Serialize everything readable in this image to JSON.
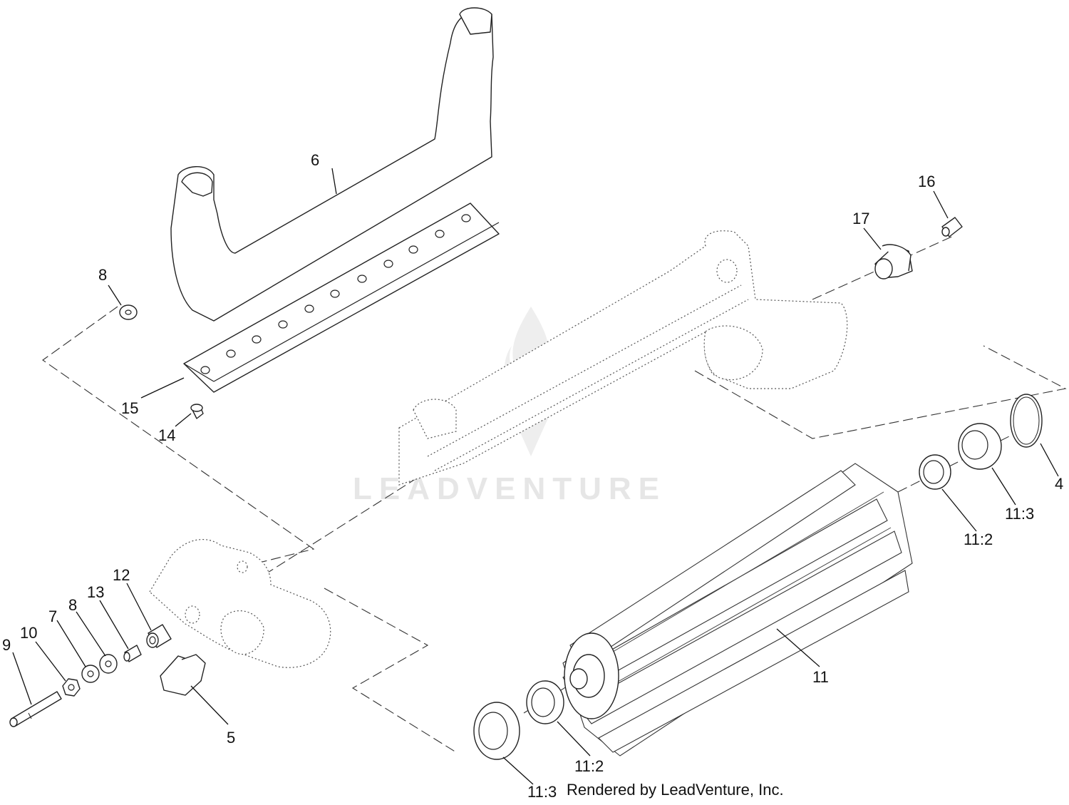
{
  "diagram": {
    "watermark": "LEADVENTURE",
    "credit": "Rendered by LeadVenture, Inc.",
    "callouts": {
      "c6": "6",
      "c8_top": "8",
      "c15": "15",
      "c14": "14",
      "c16": "16",
      "c17": "17",
      "c4": "4",
      "c11_3_right": "11:3",
      "c11_2_right": "11:2",
      "c11": "11",
      "c11_2_bottom": "11:2",
      "c11_3_bottom": "11:3",
      "c12": "12",
      "c13": "13",
      "c8_left": "8",
      "c7": "7",
      "c10": "10",
      "c9": "9",
      "c5": "5"
    }
  }
}
